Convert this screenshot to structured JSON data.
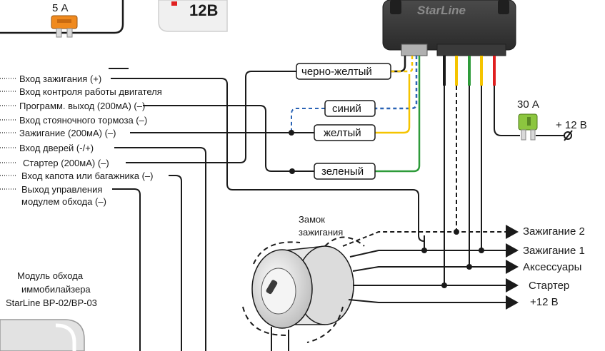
{
  "fuses": {
    "left_rating": "5 А",
    "right_rating": "30 А",
    "right_supply": "+ 12 В"
  },
  "battery": {
    "label": "12В"
  },
  "control_unit": {
    "brand": "StarLine"
  },
  "inputs": [
    "Вход зажигания (+)",
    "Вход контроля работы двигателя",
    "Программ. выход (200мА) (–)",
    "Вход стояночного тормоза (–)",
    "Зажигание (200мА) (–)",
    "Вход дверей (-/+)",
    "Стартер (200мА) (–)",
    "Вход капота или багажника (–)",
    "Выход управления",
    "модулем обхода (–)"
  ],
  "wire_tags": {
    "black_yellow": "черно-желтый",
    "blue": "синий",
    "yellow": "желтый",
    "green": "зеленый"
  },
  "ignition_lock": {
    "title_line1": "Замок",
    "title_line2": "зажигания"
  },
  "outputs": [
    "Зажигание 2",
    "Зажигание 1",
    "Аксессуары",
    "Стартер",
    "+12 В"
  ],
  "module": {
    "line1": "Модуль обхода",
    "line2": "иммобилайзера",
    "line3": "StarLine BP-02/BP-03"
  },
  "colors": {
    "wire_black": "#1a1a1a",
    "wire_yellow": "#f5c400",
    "wire_green": "#2e9b3a",
    "wire_blue": "#2a63b5",
    "wire_red": "#e02020",
    "fuse_orange": "#f08a1e",
    "fuse_green": "#8cc63f"
  }
}
